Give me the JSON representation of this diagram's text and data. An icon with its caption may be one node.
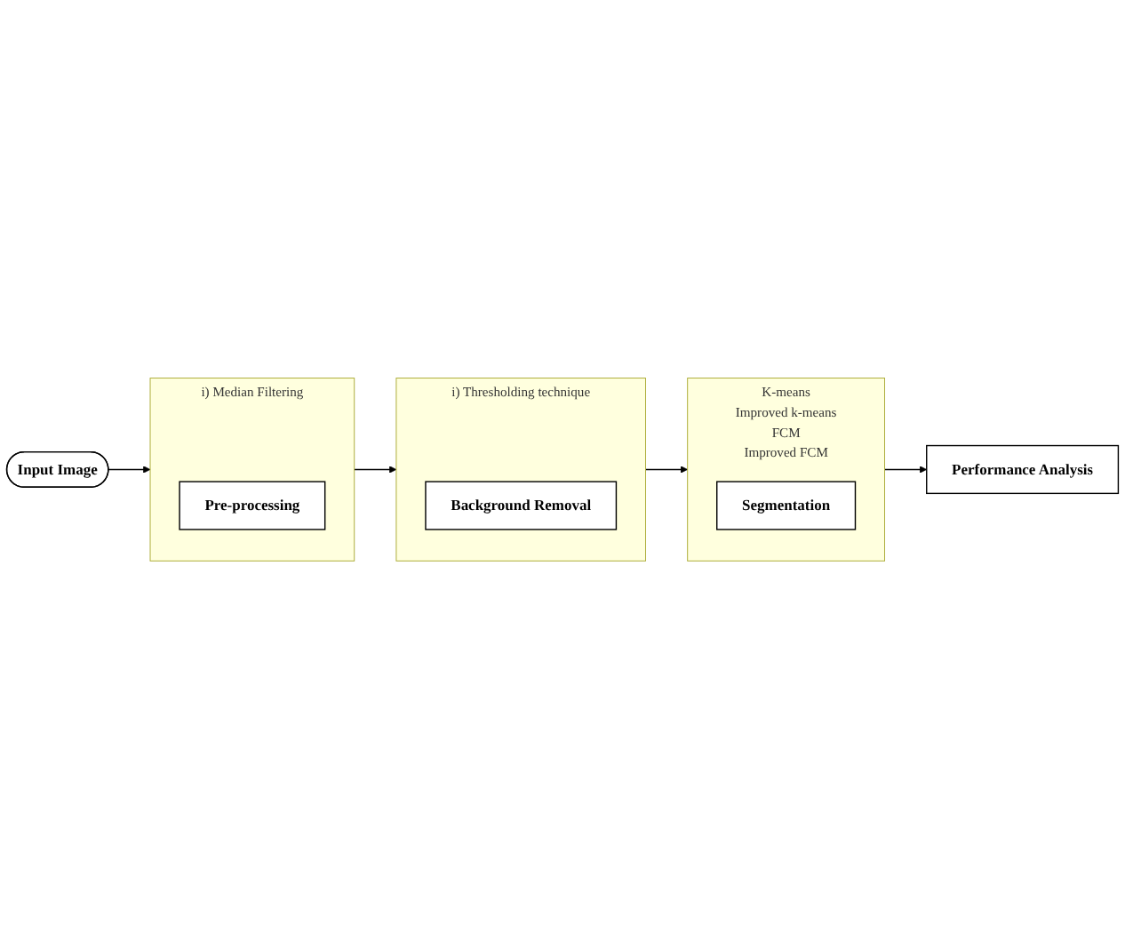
{
  "diagram": {
    "nodes": [
      {
        "text": [
          "Input Image"
        ]
      },
      {
        "text": [
          "i) Median Filtering"
        ]
      },
      {
        "text": [
          "Pre-processing"
        ],
        "in": 1
      },
      {
        "text": [
          "i) Thresholding technique"
        ]
      },
      {
        "text": [
          "Background Removal"
        ],
        "in": 3
      },
      {
        "text": [
          "K-means",
          "Improved k-means",
          "FCM",
          "Improved FCM"
        ]
      },
      {
        "text": [
          "Segmentation"
        ],
        "in": 5
      },
      {
        "text": [
          "Performance Analysis"
        ]
      }
    ],
    "edges": [
      {
        "from": 0,
        "to": 1,
        "arrow": "to"
      },
      {
        "from": 1,
        "to": 3,
        "arrow": "to"
      },
      {
        "from": 3,
        "to": 5,
        "arrow": "to"
      },
      {
        "from": 5,
        "to": 7,
        "arrow": "to"
      }
    ]
  }
}
